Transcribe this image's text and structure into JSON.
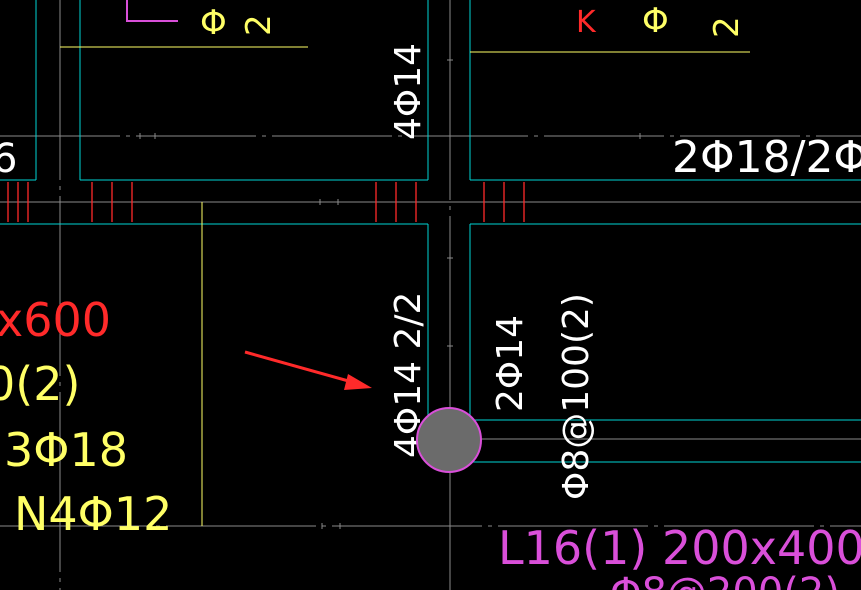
{
  "colors": {
    "background": "#000000",
    "beam_outline": "#00d4d4",
    "axis_line": "#8a8a8a",
    "white_text": "#ffffff",
    "yellow": "#ffff66",
    "red": "#ff2a2a",
    "magenta": "#d94fd9",
    "column_fill": "#6b6b6b",
    "arrow": "#ff2a2a"
  },
  "labels": {
    "top_left_partial_1": "Φ",
    "top_left_partial_2": "2",
    "top_right_partial_k": "K",
    "top_right_partial_phi": "Φ",
    "top_right_partial_2": "2",
    "left_edge_partial": "6",
    "vertical_upper": "4Φ14",
    "right_horizontal": "2Φ18/2Φ",
    "vertical_lower": "4Φ14 2/2",
    "vertical_2phi14": "2Φ14",
    "vertical_stirrup": "Φ8@100(2)",
    "left_red_size": "x600",
    "left_yellow_stirrup": "0(2)",
    "left_yellow_bottom": "3Φ18",
    "left_yellow_n": "N4Φ12",
    "beam_name": "L16(1) 200x400",
    "bottom_partial": "Φ8@200(2)"
  }
}
